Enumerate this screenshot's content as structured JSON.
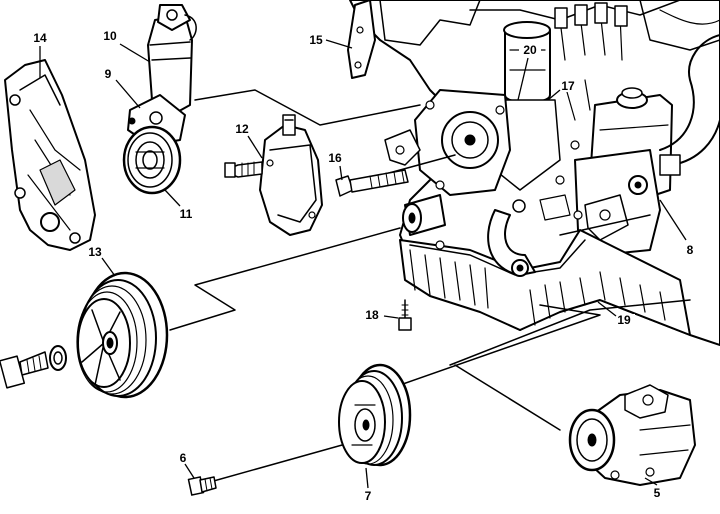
{
  "labels": {
    "l5": "5",
    "l6": "6",
    "l7": "7",
    "l8": "8",
    "l9": "9",
    "l10": "10",
    "l11": "11",
    "l12": "12",
    "l13": "13",
    "l14": "14",
    "l15": "15",
    "l16": "16",
    "l17": "17",
    "l18": "18",
    "l19": "19",
    "l20": "20"
  },
  "colors": {
    "ink": "#000000",
    "paper": "#ffffff",
    "shade": "#d9d9d9"
  }
}
